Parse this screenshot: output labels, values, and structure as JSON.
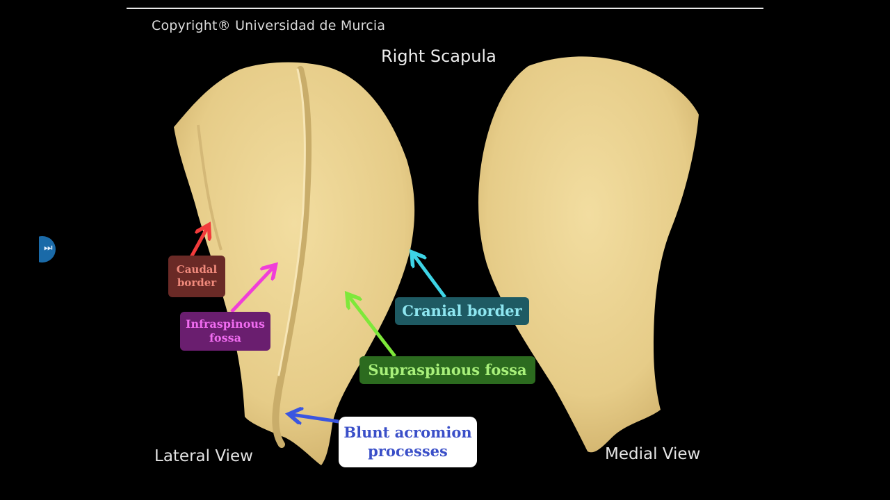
{
  "header": {
    "copyright": "Copyright® Universidad de Murcia",
    "title": "Right Scapula"
  },
  "views": {
    "lateral": "Lateral View",
    "medial": "Medial View"
  },
  "labels": {
    "caudal_border": [
      "Caudal",
      "border"
    ],
    "infraspinous_fossa": [
      "Infraspinous",
      "fossa"
    ],
    "cranial_border": "Cranial border",
    "supraspinous_fossa": "Supraspinous fossa",
    "blunt_acromion": [
      "Blunt acromion",
      "processes"
    ]
  },
  "colors": {
    "background": "#000000",
    "bone": "#ecd596",
    "caudal_arrow": "#f23b3b",
    "infraspinous_arrow": "#f03ed8",
    "cranial_arrow": "#3ed4e6",
    "supraspinous_arrow": "#7ee83a",
    "acromion_arrow": "#3a56e0"
  },
  "nav": {
    "icon": "skip-icon"
  }
}
